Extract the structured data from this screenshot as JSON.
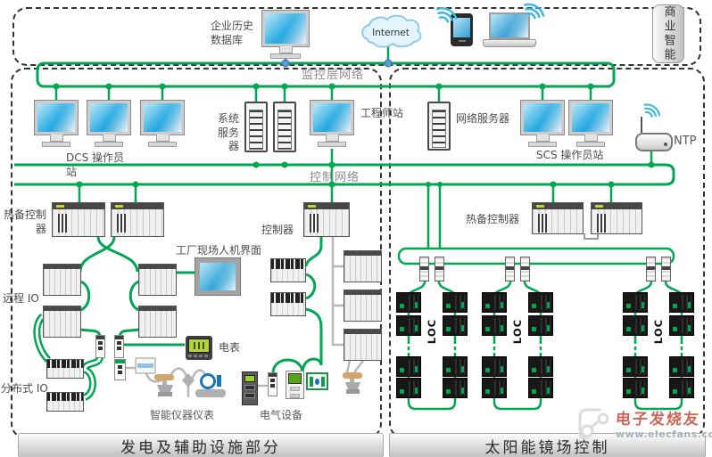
{
  "top_section": {
    "history_db_label": "企业历史数据库",
    "internet_label": "Internet",
    "bi_label": "商业智能"
  },
  "networks": {
    "supervisory_label": "监控层网络",
    "control_label": "控制网络"
  },
  "supervisory_level": {
    "dcs_label": "DCS 操作员站",
    "system_server_label": "系统服务器",
    "engineer_label": "工程师站",
    "network_server_label": "网络服务器",
    "scs_label": "SCS 操作员站",
    "ntp_label": "NTP"
  },
  "control_level": {
    "hot_standby_left_label": "热备控制器",
    "controller_label": "控制器",
    "hot_standby_right_label": "热备控制器"
  },
  "field_level": {
    "hmi_label": "工厂现场人机界面",
    "remote_io_label": "远程 IO",
    "distributed_io_label": "分布式 IO",
    "meter_label": "电表",
    "instruments_label": "智能仪器仪表",
    "electrical_label": "电气设备"
  },
  "solar_field": {
    "loc_labels": [
      "LOC",
      "LOC",
      "LOC"
    ]
  },
  "banners": {
    "left": "发电及辅助设施部分",
    "right": "太阳能镜场控制"
  },
  "watermark": {
    "brand": "电子发烧友",
    "site": "www.elecfans.com"
  },
  "colors": {
    "network_green": "#00A651",
    "screen_blue": "#29ABE2",
    "junction_blue": "#5B9BD5",
    "dash_black": "#333333"
  }
}
